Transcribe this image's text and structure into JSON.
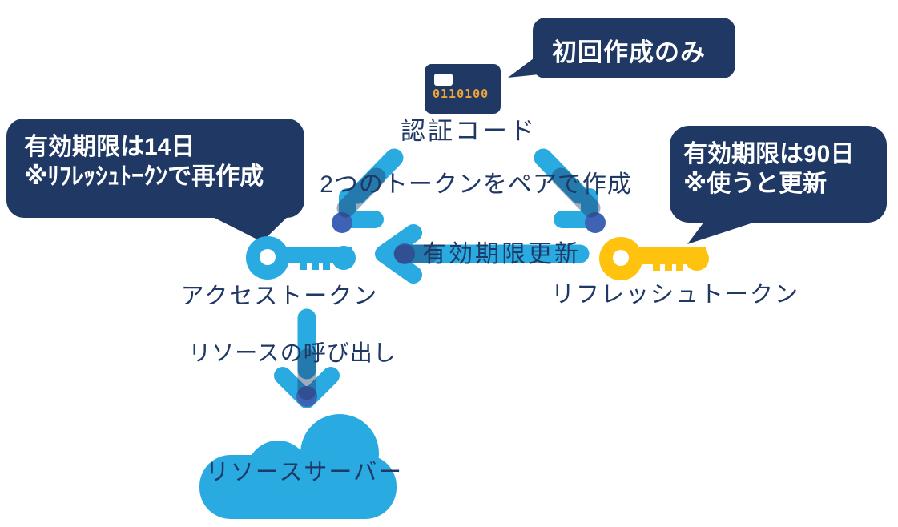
{
  "colors": {
    "navy": "#1F3864",
    "cyan": "#29ABE2",
    "yellow": "#FFC20E",
    "overlap_blue": "#3E63B5",
    "overlay_navy_translucent": "rgba(31,56,100,0.42)",
    "card_code_orange": "#F0A43C",
    "bubble_text": "#FFFFFF",
    "background": "#FFFFFF"
  },
  "nodes": {
    "auth_code": {
      "label": "認証コード",
      "card_code": "0110100"
    },
    "access_token": {
      "label": "アクセストークン"
    },
    "refresh_token": {
      "label": "リフレッシュトークン"
    },
    "resource_server": {
      "label": "リソースサーバー"
    }
  },
  "edges": {
    "pair_create": {
      "label": "2つのトークンをペアで作成"
    },
    "renew": {
      "label": "有効期限更新"
    },
    "resource_call": {
      "label": "リソースの呼び出し"
    }
  },
  "callouts": {
    "first_time": {
      "text": "初回作成のみ"
    },
    "access_expiry": {
      "line1": "有効期限は14日",
      "line2": "※ﾘﾌﾚｯｼｭﾄｰｸﾝで再作成"
    },
    "refresh_expiry": {
      "line1": "有効期限は90日",
      "line2": "※使うと更新"
    }
  }
}
